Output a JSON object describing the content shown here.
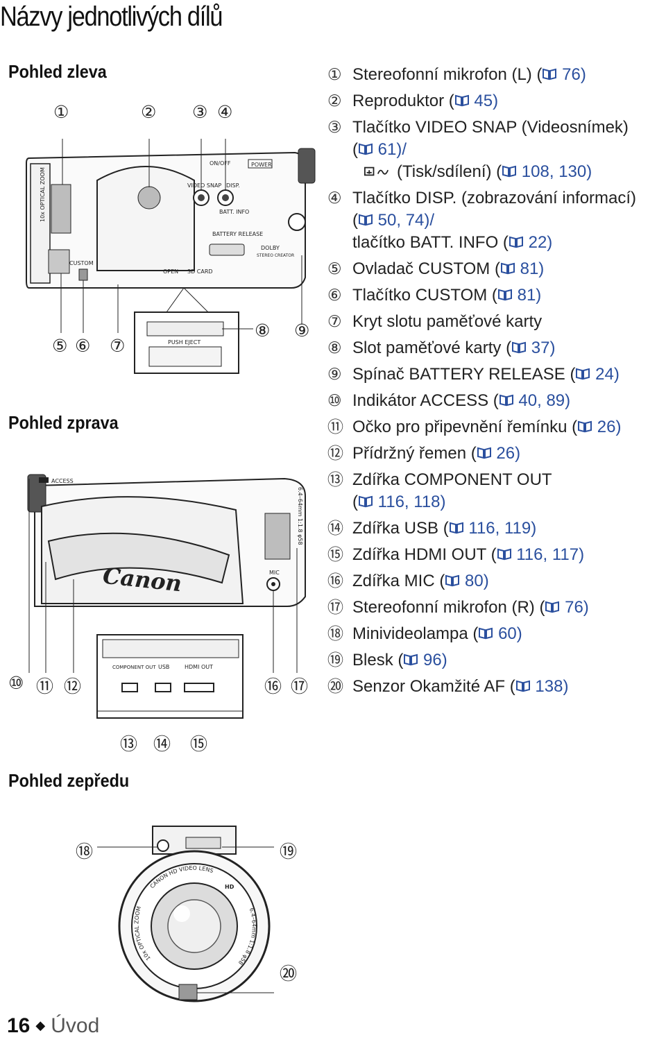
{
  "page": {
    "title": "Názvy jednotlivých dílů",
    "sections": {
      "left": "Pohled zleva",
      "right": "Pohled zprava",
      "front": "Pohled zepředu"
    },
    "footer": {
      "page_number": "16",
      "separator": "◆",
      "section": "Úvod"
    }
  },
  "callouts": {
    "n1": "①",
    "n2": "②",
    "n3": "③",
    "n4": "④",
    "n5": "⑤",
    "n6": "⑥",
    "n7": "⑦",
    "n8": "⑧",
    "n9": "⑨",
    "n10": "⑩",
    "n11": "⑪",
    "n12": "⑫",
    "n13": "⑬",
    "n14": "⑭",
    "n15": "⑮",
    "n16": "⑯",
    "n17": "⑰",
    "n18": "⑱",
    "n19": "⑲",
    "n20": "⑳"
  },
  "parts": [
    {
      "num": "①",
      "label": "Stereofonní mikrofon (L) (",
      "ref": " 76)"
    },
    {
      "num": "②",
      "label": "Reproduktor (",
      "ref": " 45)"
    },
    {
      "num": "③",
      "label": "Tlačítko VIDEO SNAP (Videosnímek)",
      "line2_pre": "(",
      "line2_ref": " 61)/",
      "line3_label": " (Tisk/sdílení) (",
      "line3_ref": " 108, 130)"
    },
    {
      "num": "④",
      "label": "Tlačítko DISP. (zobrazování informací)",
      "line2_pre": "(",
      "line2_ref": " 50, 74)/",
      "line3_label": "tlačítko BATT. INFO (",
      "line3_ref": " 22)"
    },
    {
      "num": "⑤",
      "label": "Ovladač CUSTOM (",
      "ref": " 81)"
    },
    {
      "num": "⑥",
      "label": "Tlačítko CUSTOM (",
      "ref": " 81)"
    },
    {
      "num": "⑦",
      "label": "Kryt slotu paměťové karty",
      "ref": ""
    },
    {
      "num": "⑧",
      "label": "Slot paměťové karty (",
      "ref": " 37)"
    },
    {
      "num": "⑨",
      "label": "Spínač BATTERY RELEASE (",
      "ref": " 24)"
    },
    {
      "num": "⑩",
      "label": "Indikátor ACCESS (",
      "ref": " 40, 89)"
    },
    {
      "num": "⑪",
      "label": "Očko pro připevnění řemínku (",
      "ref": " 26)"
    },
    {
      "num": "⑫",
      "label": "Přídržný řemen (",
      "ref": " 26)"
    },
    {
      "num": "⑬",
      "label": "Zdířka COMPONENT OUT",
      "line2_pre": "(",
      "line2_ref": " 116, 118)"
    },
    {
      "num": "⑭",
      "label": "Zdířka USB (",
      "ref": " 116, 119)"
    },
    {
      "num": "⑮",
      "label": "Zdířka HDMI OUT (",
      "ref": " 116, 117)"
    },
    {
      "num": "⑯",
      "label": "Zdířka MIC (",
      "ref": " 80)"
    },
    {
      "num": "⑰",
      "label": "Stereofonní mikrofon (R) (",
      "ref": " 76)"
    },
    {
      "num": "⑱",
      "label": "Minivideolampa (",
      "ref": " 60)"
    },
    {
      "num": "⑲",
      "label": "Blesk (",
      "ref": " 96)"
    },
    {
      "num": "⑳",
      "label": "Senzor Okamžité AF (",
      "ref": " 138)"
    }
  ],
  "figure_labels": {
    "optical_zoom": "10x OPTICAL ZOOM",
    "on_off": "ON/OFF",
    "power": "POWER",
    "video_snap": "VIDEO SNAP",
    "disp": "DISP.",
    "batt_info": "BATT. INFO",
    "battery_release": "BATTERY RELEASE",
    "dolby": "DOLBY",
    "dolby_sub": "STEREO CREATOR",
    "custom": "CUSTOM",
    "open": "OPEN",
    "sd_card": "SD CARD",
    "push_eject": "PUSH EJECT",
    "access": "ACCESS",
    "lens_spec": "6.4–64mm 1:1.8 φ58",
    "mic": "MIC",
    "brand": "Canon",
    "component_out": "COMPONENT OUT",
    "usb": "USB",
    "hdmi_out": "HDMI OUT",
    "lens_name": "CANON HD VIDEO LENS",
    "hd": "HD",
    "front_zoom": "10x OPTICAL ZOOM",
    "front_spec": "6.4–64mm 1:1.8 φ58"
  }
}
